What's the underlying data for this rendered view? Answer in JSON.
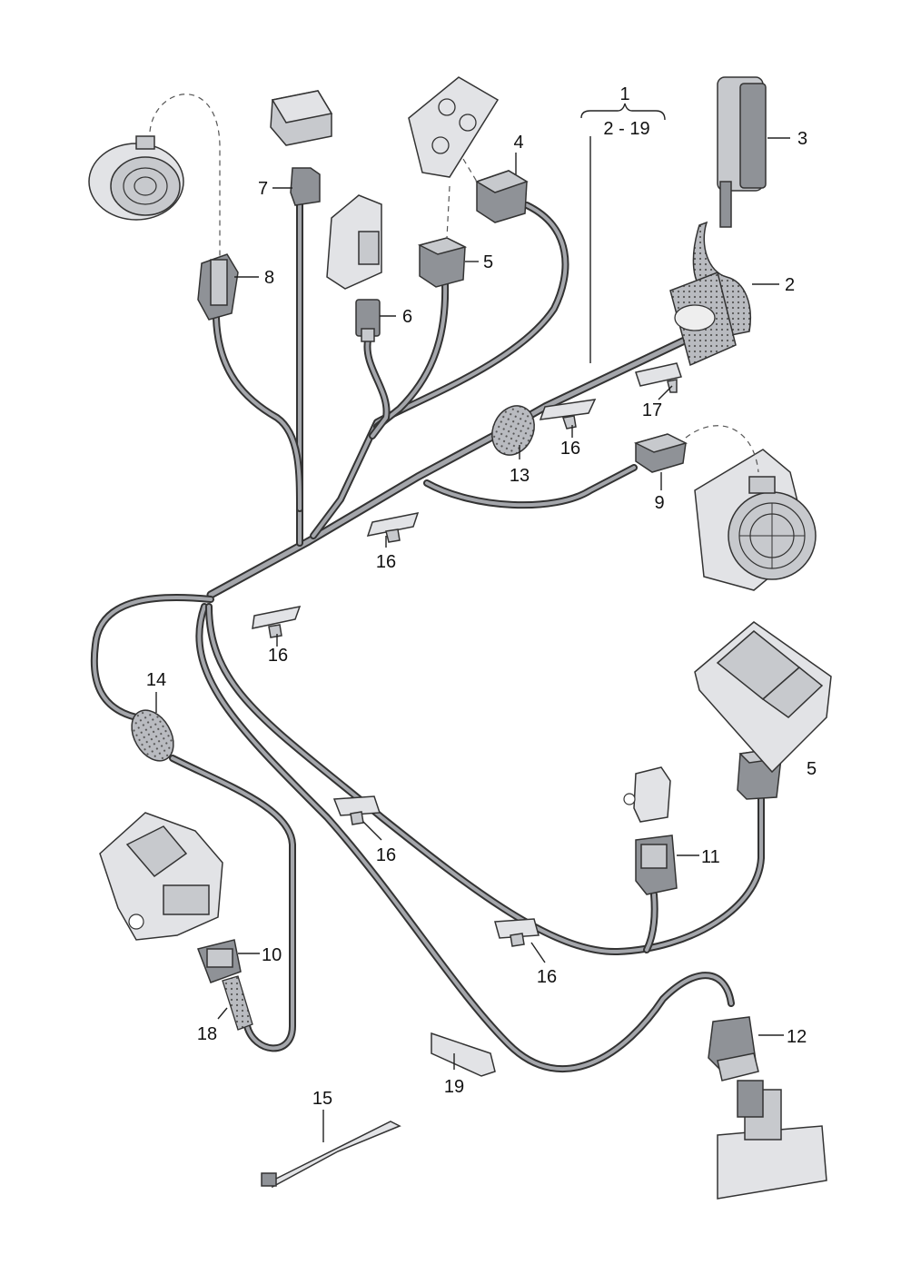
{
  "callouts": {
    "c1": "1",
    "c1_range": "2 - 19",
    "c2": "2",
    "c3": "3",
    "c4": "4",
    "c5a": "5",
    "c5b": "5",
    "c6": "6",
    "c7": "7",
    "c8": "8",
    "c9": "9",
    "c10": "10",
    "c11": "11",
    "c12": "12",
    "c13": "13",
    "c14": "14",
    "c15": "15",
    "c16a": "16",
    "c16b": "16",
    "c16c": "16",
    "c16d": "16",
    "c16e": "16",
    "c17": "17",
    "c18": "18",
    "c19": "19"
  },
  "colors": {
    "cable_outline": "#333333",
    "cable_fill": "#a4a6ab",
    "part_fill": "#c7c9cd",
    "text": "#111111"
  }
}
